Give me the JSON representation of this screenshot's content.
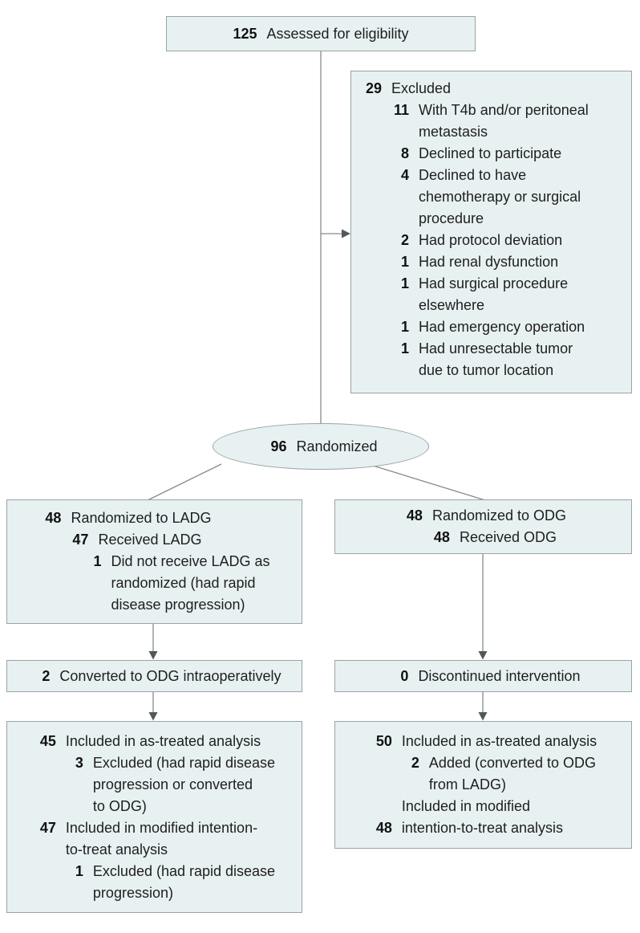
{
  "colors": {
    "box_fill": "#e8f1f1",
    "box_border": "#9aa3a5",
    "connector_line": "#868b8c",
    "arrowhead": "#51585a",
    "text": "#1e1e1e"
  },
  "icons": {
    "arrowhead_right": "solid triangle pointing right",
    "arrowhead_down": "solid triangle pointing down"
  },
  "boxes": {
    "assessed": {
      "lines": [
        {
          "n": "125",
          "t": "Assessed for eligibility",
          "level": 0
        }
      ]
    },
    "excluded": {
      "lines": [
        {
          "n": "29",
          "t": "Excluded",
          "level": 0
        },
        {
          "n": "11",
          "t": "With T4b and/or peritoneal\nmetastasis",
          "level": 1
        },
        {
          "n": "8",
          "t": "Declined to participate",
          "level": 1
        },
        {
          "n": "4",
          "t": "Declined to have\nchemotherapy or surgical\nprocedure",
          "level": 1
        },
        {
          "n": "2",
          "t": "Had protocol deviation",
          "level": 1
        },
        {
          "n": "1",
          "t": "Had renal dysfunction",
          "level": 1
        },
        {
          "n": "1",
          "t": "Had surgical procedure\nelsewhere",
          "level": 1
        },
        {
          "n": "1",
          "t": "Had emergency operation",
          "level": 1
        },
        {
          "n": "1",
          "t": "Had unresectable tumor\ndue to tumor location",
          "level": 1
        }
      ]
    },
    "randomized": {
      "lines": [
        {
          "n": "96",
          "t": "Randomized",
          "level": 0
        }
      ]
    },
    "ladg_arm": {
      "lines": [
        {
          "n": "48",
          "t": "Randomized to LADG",
          "level": 0
        },
        {
          "n": "47",
          "t": "Received LADG",
          "level": 1
        },
        {
          "n": "1",
          "t": "Did not receive LADG as\nrandomized (had rapid\ndisease progression)",
          "level": 2
        }
      ]
    },
    "odg_arm": {
      "lines": [
        {
          "n": "48",
          "t": "Randomized to ODG",
          "level": 0
        },
        {
          "n": "48",
          "t": "Received ODG",
          "level": 1
        }
      ]
    },
    "ladg_converted": {
      "lines": [
        {
          "n": "2",
          "t": "Converted to ODG intraoperatively",
          "level": 0
        }
      ]
    },
    "odg_discontinued": {
      "lines": [
        {
          "n": "0",
          "t": "Discontinued intervention",
          "level": 0
        }
      ]
    },
    "ladg_analysis": {
      "lines": [
        {
          "n": "45",
          "t": "Included in as-treated analysis",
          "level": 0
        },
        {
          "n": "3",
          "t": "Excluded (had rapid disease\nprogression or converted\nto ODG)",
          "level": 1
        },
        {
          "n": "47",
          "t": "Included in modified intention-\nto-treat analysis",
          "level": 0
        },
        {
          "n": "1",
          "t": "Excluded (had rapid disease\nprogression)",
          "level": 1
        }
      ]
    },
    "odg_analysis": {
      "lines": [
        {
          "n": "50",
          "t": "Included in as-treated analysis",
          "level": 0
        },
        {
          "n": "2",
          "t": "Added (converted to ODG\nfrom LADG)",
          "level": 1
        },
        {
          "n": "",
          "t": "Included in modified",
          "level": 0
        },
        {
          "n": "48",
          "t": "intention-to-treat analysis",
          "level": 0
        }
      ]
    }
  }
}
